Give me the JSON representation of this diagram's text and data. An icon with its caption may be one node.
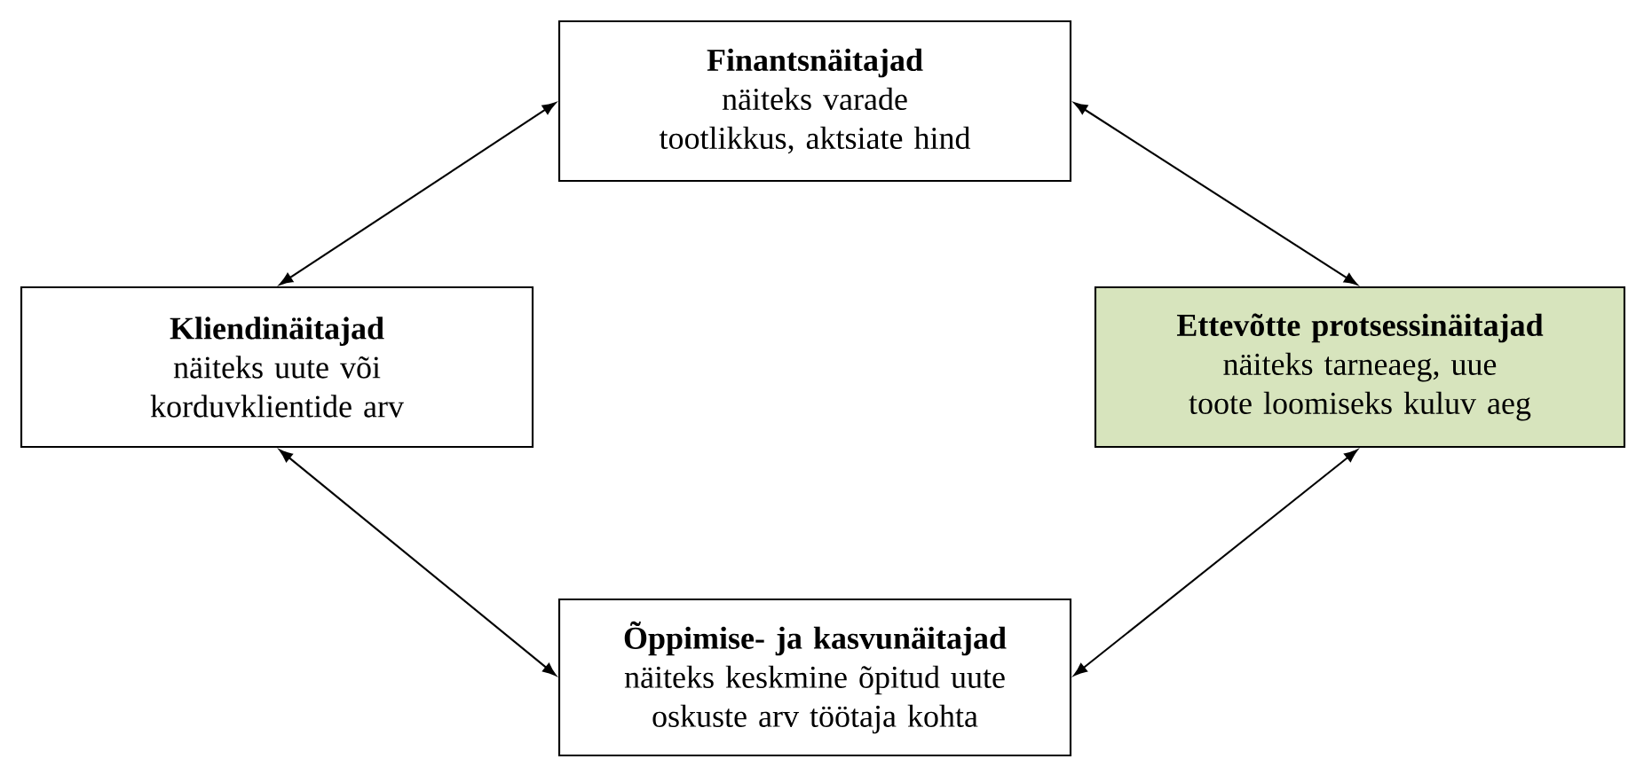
{
  "diagram": {
    "nodes": [
      {
        "text": [
          "Finantsnäitajad",
          "näiteks varade tootlikkus, aktsiate hind"
        ]
      },
      {
        "text": [
          "Kliendinäitajad",
          "näiteks uute või korduvklientide arv"
        ]
      },
      {
        "text": [
          "Ettevõtte protsessinäitajad",
          "näiteks tarneaeg, uue toote loomiseks kuluv aeg"
        ]
      },
      {
        "text": [
          "Õppimise- ja kasvunäitajad",
          "näiteks keskmine õpitud uute oskuste arv töötaja kohta"
        ]
      }
    ],
    "edges": [
      {
        "from": 1,
        "to": 0,
        "arrow": "both"
      },
      {
        "from": 0,
        "to": 2,
        "arrow": "both"
      },
      {
        "from": 1,
        "to": 3,
        "arrow": "both"
      },
      {
        "from": 2,
        "to": 3,
        "arrow": "both"
      }
    ]
  }
}
